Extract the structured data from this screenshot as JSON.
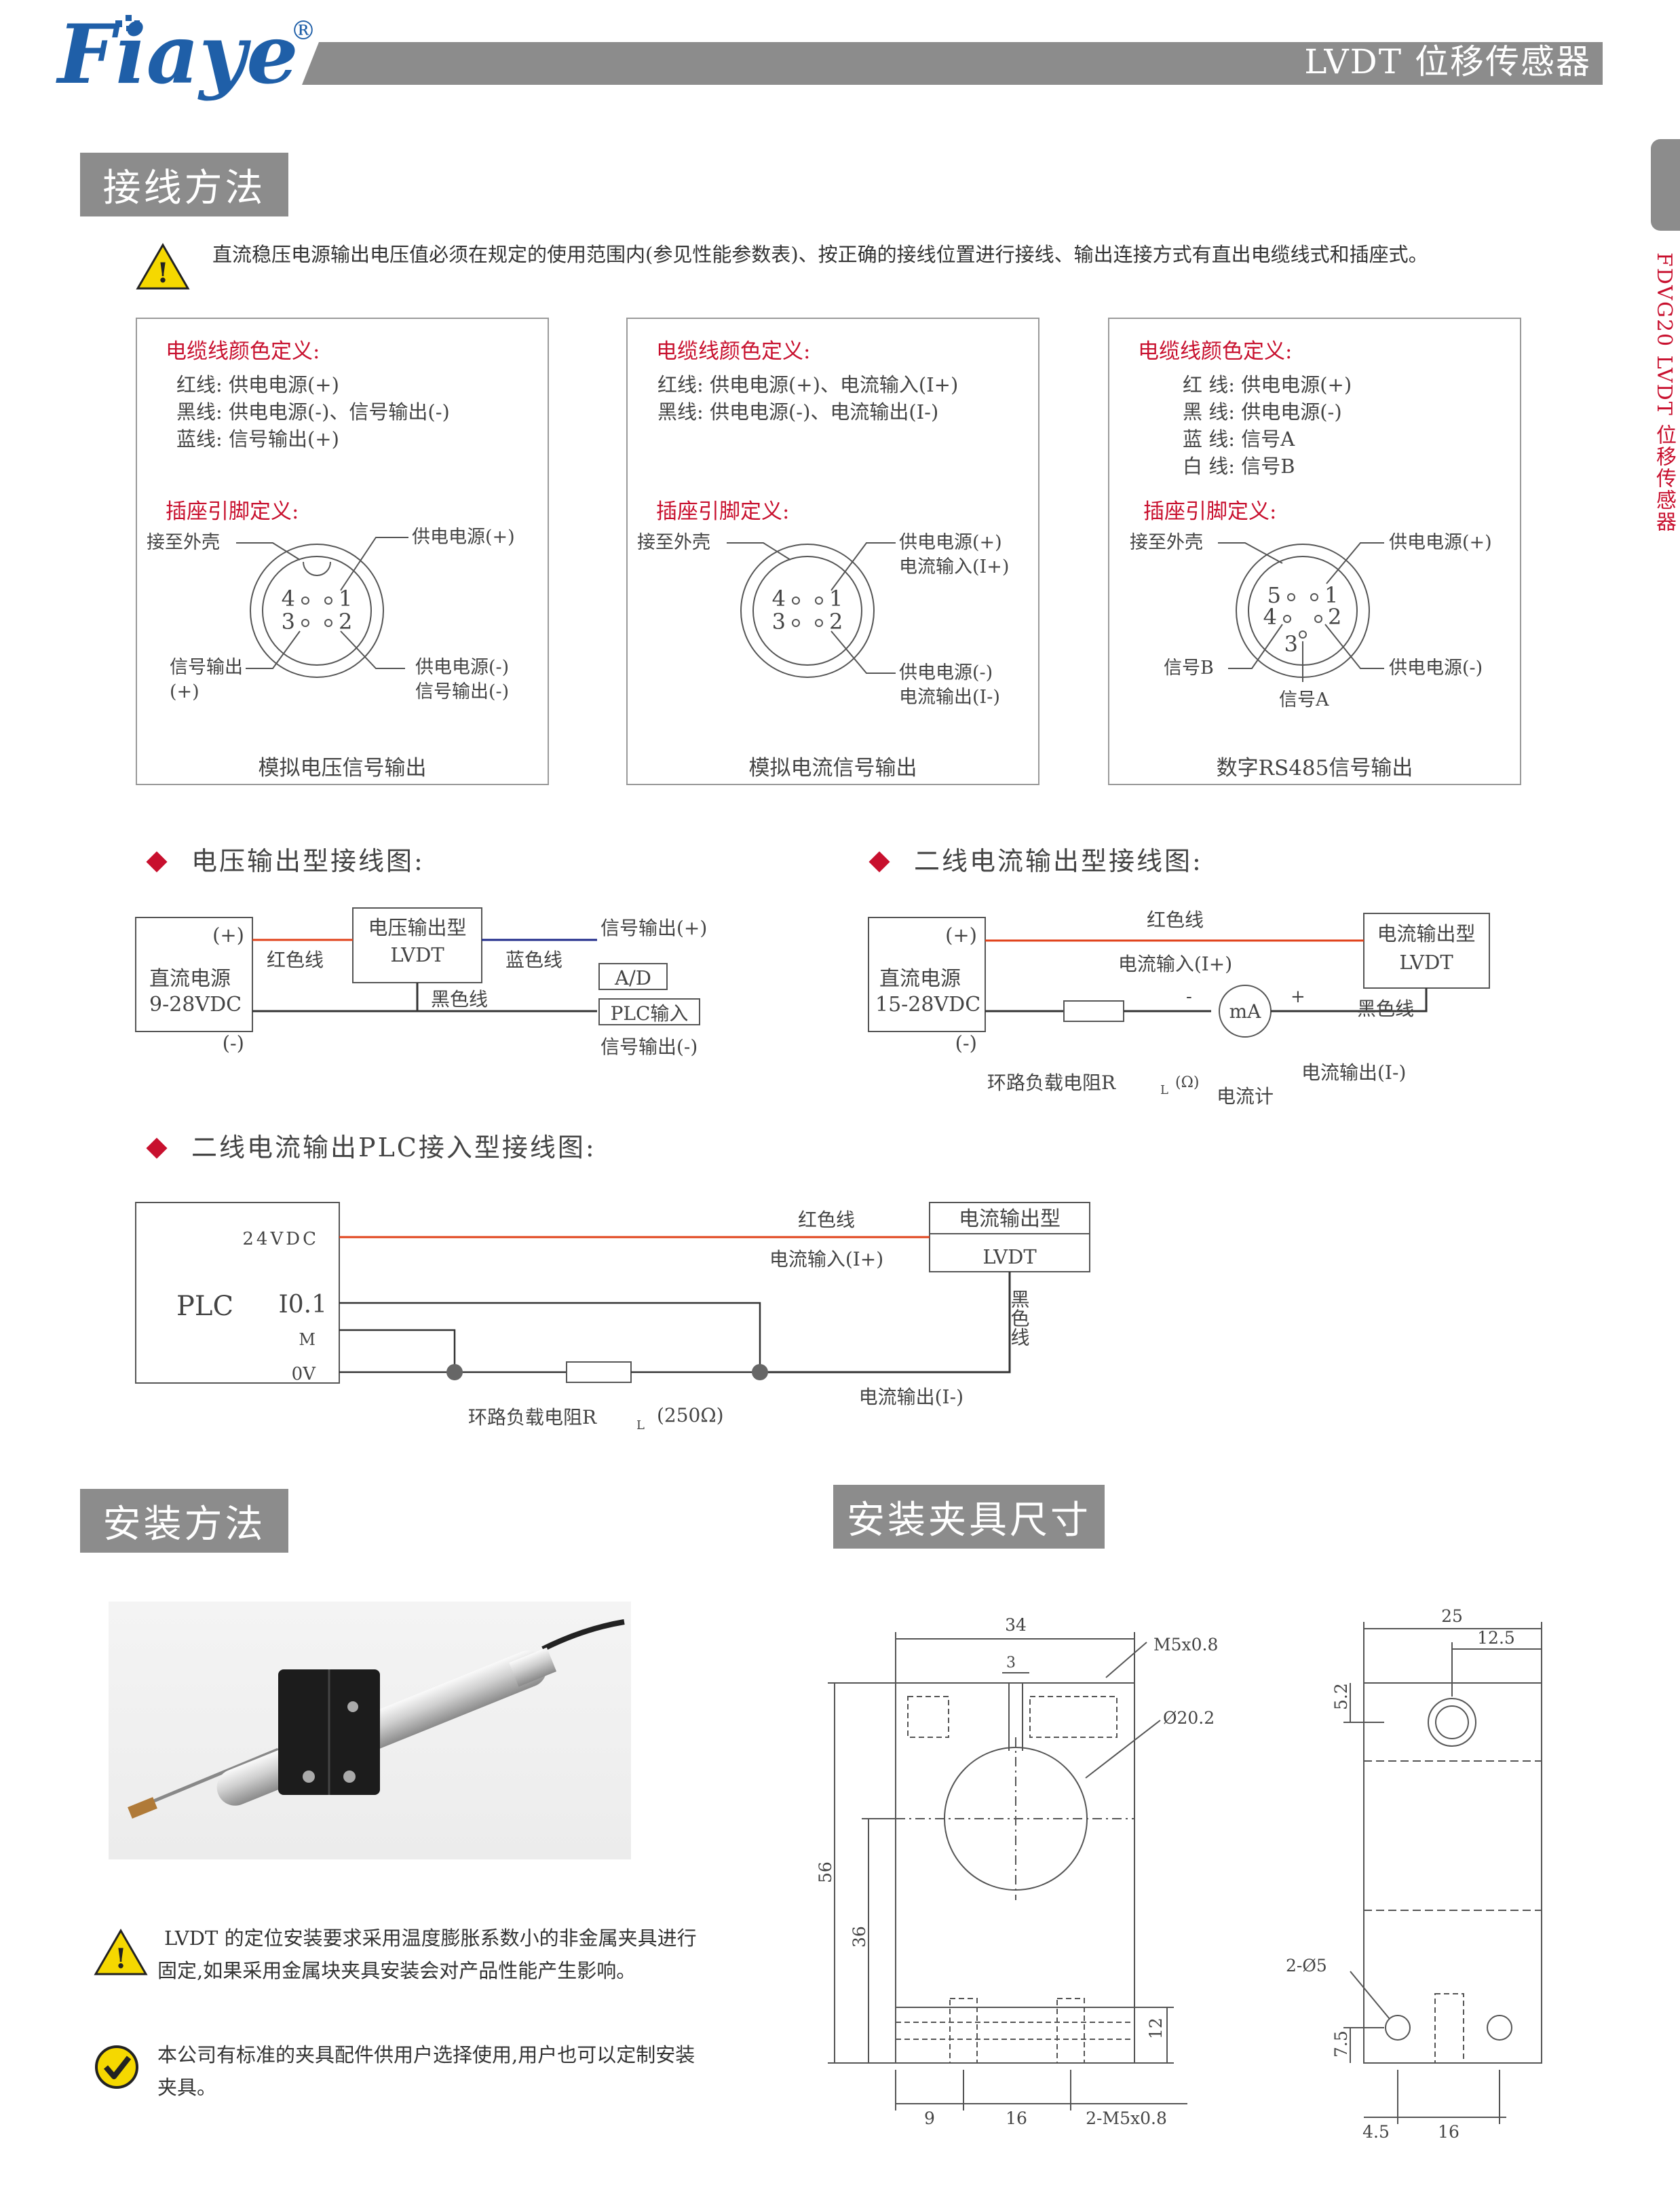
{
  "header": {
    "logo_text": "Fiaye",
    "registered_mark": "®",
    "product_title": "LVDT  位移传感器",
    "bar_color": "#8c8c8c",
    "logo_color": "#1f5fa8"
  },
  "side_label": "FDVG20  LVDT  位移传感器",
  "wiring_section": {
    "title": "接线方法",
    "warning_text": "直流稳压电源输出电压值必须在规定的使用范围内(参见性能参数表)、按正确的接线位置进行接线、输出连接方式有直出电缆线式和插座式。"
  },
  "cards": [
    {
      "cable_heading": "电缆线颜色定义:",
      "cable_lines": [
        "红线: 供电电源(+)",
        "黑线: 供电电源(-)、信号输出(-)",
        "蓝线: 信号输出(+)"
      ],
      "pin_heading": "插座引脚定义:",
      "label_shell": "接至外壳",
      "label_tr": [
        "供电电源(+)"
      ],
      "label_bl": [
        "信号输出",
        "(+)"
      ],
      "label_br": [
        "供电电源(-)",
        "信号输出(-)"
      ],
      "pins": [
        "4",
        "1",
        "3",
        "2"
      ],
      "caption": "模拟电压信号输出"
    },
    {
      "cable_heading": "电缆线颜色定义:",
      "cable_lines": [
        "红线: 供电电源(+)、电流输入(I+)",
        "黑线: 供电电源(-)、电流输出(I-)"
      ],
      "pin_heading": "插座引脚定义:",
      "label_shell": "接至外壳",
      "label_tr": [
        "供电电源(+)",
        "电流输入(I+)"
      ],
      "label_br": [
        "供电电源(-)",
        "电流输出(I-)"
      ],
      "pins": [
        "4",
        "1",
        "3",
        "2"
      ],
      "caption": "模拟电流信号输出"
    },
    {
      "cable_heading": "电缆线颜色定义:",
      "cable_lines": [
        "红 线: 供电电源(+)",
        "黑 线: 供电电源(-)",
        "蓝 线: 信号A",
        "白 线: 信号B"
      ],
      "pin_heading": "插座引脚定义:",
      "label_shell": "接至外壳",
      "label_tr": [
        "供电电源(+)"
      ],
      "label_bl": [
        "信号B"
      ],
      "label_br": [
        "供电电源(-)"
      ],
      "label_bottom": "信号A",
      "pins": [
        "5",
        "1",
        "4",
        "2",
        "3"
      ],
      "caption": "数字RS485信号输出"
    }
  ],
  "diagram_voltage": {
    "title": "电压输出型接线图:",
    "plus": "(+)",
    "minus": "(-)",
    "source_line1": "直流电源",
    "source_line2": "9-28VDC",
    "red_wire": "红色线",
    "box_line1": "电压输出型",
    "box_line2": "LVDT",
    "blue_wire": "蓝色线",
    "black_wire": "黑色线",
    "sig_plus": "信号输出(+)",
    "ad": "A/D",
    "plc_in": "PLC输入",
    "sig_minus": "信号输出(-)"
  },
  "diagram_current": {
    "title": "二线电流输出型接线图:",
    "plus": "(+)",
    "minus": "(-)",
    "source_line1": "直流电源",
    "source_line2": "15-28VDC",
    "red_wire": "红色线",
    "current_in": "电流输入(I+)",
    "box_line1": "电流输出型",
    "box_line2": "LVDT",
    "black_wire": "黑色线",
    "resistor": "环路负载电阻R",
    "resistor_sub": "L",
    "resistor_unit": "(Ω)",
    "meter": "mA",
    "meter_label": "电流计",
    "meter_minus": "-",
    "meter_plus": "+",
    "current_out": "电流输出(I-)"
  },
  "diagram_plc": {
    "title": "二线电流输出PLC接入型接线图:",
    "plc": "PLC",
    "v24": "24VDC",
    "i01": "I0.1",
    "m": "M",
    "ov": "0V",
    "red_wire": "红色线",
    "current_in": "电流输入(I+)",
    "box_line1": "电流输出型",
    "box_line2": "LVDT",
    "black_wire": "黑色线",
    "resistor": "环路负载电阻R",
    "resistor_sub": "L",
    "resistor_value": "(250Ω)",
    "current_out": "电流输出(I-)"
  },
  "install_section": {
    "title": "安装方法",
    "note1": "LVDT 的定位安装要求采用温度膨胀系数小的非金属夹具进行固定,如果采用金属块夹具安装会对产品性能产生影响。",
    "note2": "本公司有标准的夹具配件供用户选择使用,用户也可以定制安装夹具。"
  },
  "clamp_section": {
    "title": "安装夹具尺寸",
    "dims_front": {
      "w34": "34",
      "w3": "3",
      "m5": "M5x0.8",
      "d20": "Ø20.2",
      "h56": "56",
      "h36": "36",
      "h12": "12",
      "b9": "9",
      "b16": "16",
      "bm5": "2-M5x0.8"
    },
    "dims_side": {
      "w25": "25",
      "w125": "12.5",
      "h52": "5.2",
      "d5": "2-Ø5",
      "h75": "7.5",
      "b45": "4.5",
      "b16": "16"
    }
  },
  "colors": {
    "red": "#c8102e",
    "wire_red": "#e0421a",
    "wire_blue": "#1f2a8a",
    "gray": "#8c8c8c"
  }
}
